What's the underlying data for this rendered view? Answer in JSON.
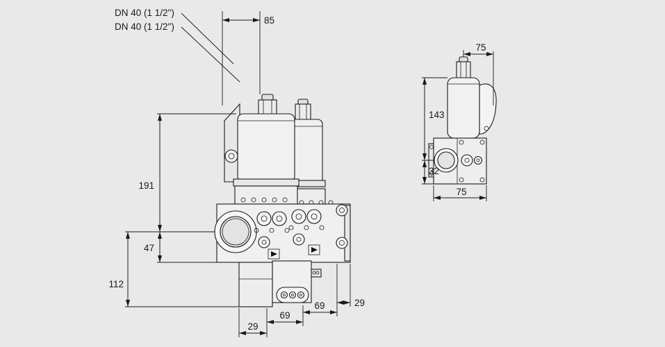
{
  "canvas": {
    "background": "#e9e9e9",
    "line_color": "#1a1a1a"
  },
  "main_view": {
    "labels": {
      "dn_line1": "DN 40 (1 1/2\")",
      "dn_line2": "DN 40 (1 1/2\")"
    },
    "dimensions": {
      "top_width": "85",
      "height_to_axis": "191",
      "axis_to_body_bottom": "47",
      "axis_to_base_bottom": "112",
      "base_left": "29",
      "valve_spacing_1": "69",
      "valve_spacing_2": "69",
      "right_offset": "29"
    }
  },
  "side_view": {
    "dimensions": {
      "top_width": "75",
      "height": "143",
      "axis_offset": "32",
      "body_width": "75"
    }
  }
}
